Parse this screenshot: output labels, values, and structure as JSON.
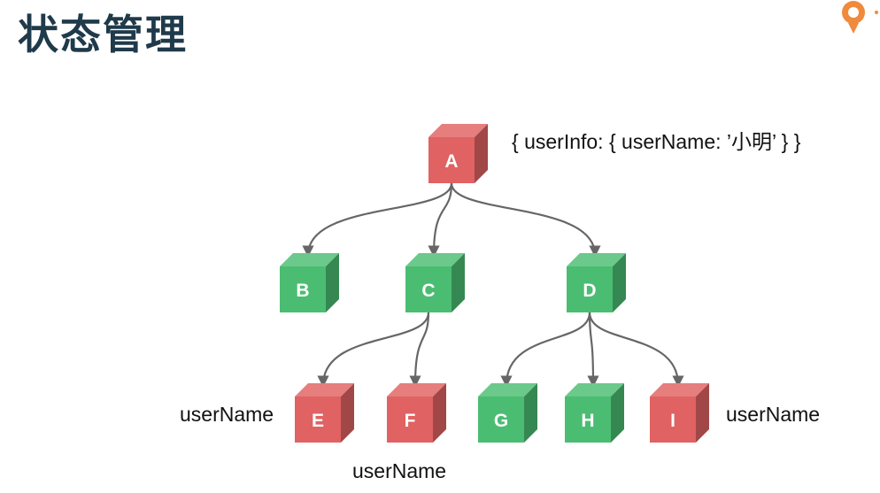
{
  "title": "状态管理",
  "colors": {
    "red": "#e06262",
    "green": "#4bbd72",
    "edge": "#666666",
    "title": "#1f3a4a",
    "logo": "#f08a3c"
  },
  "icon": "orange-logo-icon",
  "nodes": {
    "A": {
      "label": "A",
      "color": "red"
    },
    "B": {
      "label": "B",
      "color": "green"
    },
    "C": {
      "label": "C",
      "color": "green"
    },
    "D": {
      "label": "D",
      "color": "green"
    },
    "E": {
      "label": "E",
      "color": "red"
    },
    "F": {
      "label": "F",
      "color": "red"
    },
    "G": {
      "label": "G",
      "color": "green"
    },
    "H": {
      "label": "H",
      "color": "green"
    },
    "I": {
      "label": "I",
      "color": "red"
    }
  },
  "edges": [
    [
      "A",
      "B"
    ],
    [
      "A",
      "C"
    ],
    [
      "A",
      "D"
    ],
    [
      "C",
      "E"
    ],
    [
      "C",
      "F"
    ],
    [
      "D",
      "G"
    ],
    [
      "D",
      "H"
    ],
    [
      "D",
      "I"
    ]
  ],
  "annotations": {
    "a_state": "{ userInfo: { userName: ’小明’ } }",
    "e_label": "userName",
    "f_label": "userName",
    "i_label": "userName"
  }
}
